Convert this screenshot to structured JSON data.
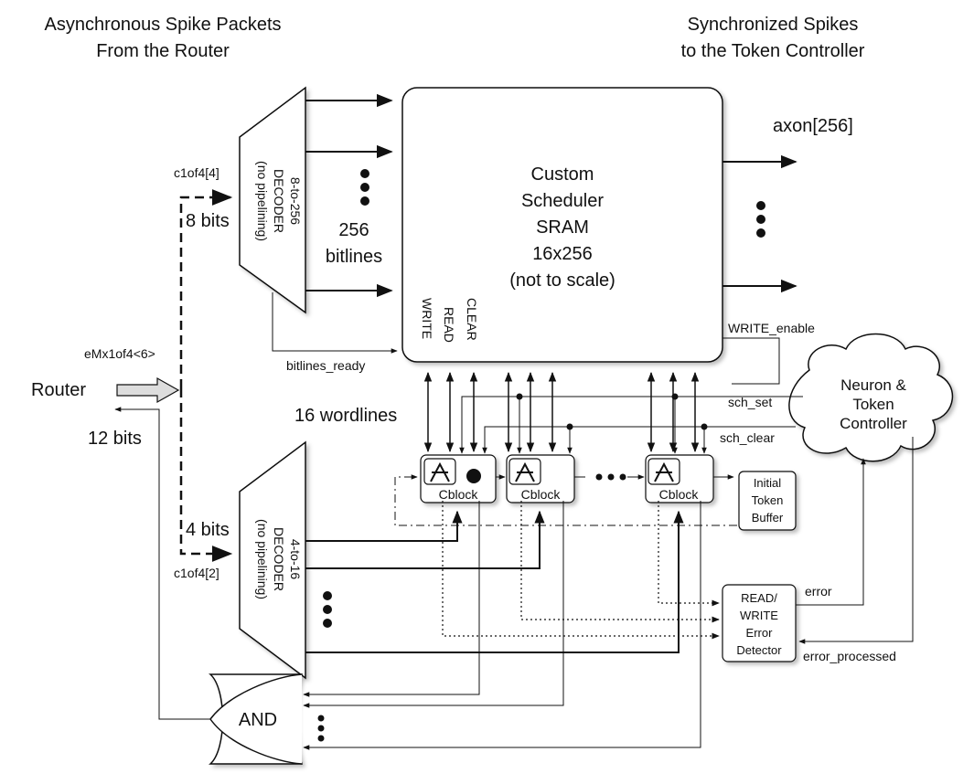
{
  "header": {
    "left_line1": "Asynchronous Spike Packets",
    "left_line2": "From the Router",
    "right_line1": "Synchronized Spikes",
    "right_line2": "to the Token Controller"
  },
  "sram": {
    "line1": "Custom",
    "line2": "Scheduler",
    "line3": "SRAM",
    "line4": "16x256",
    "line5": "(not to scale)",
    "port_write": "WRITE",
    "port_read": "READ",
    "port_clear": "CLEAR"
  },
  "decoder_top": {
    "line1": "8-to-256",
    "line2": "DECODER",
    "line3": "(no pipelining)"
  },
  "decoder_bottom": {
    "line1": "4-to-16",
    "line2": "DECODER",
    "line3": "(no pipelining)"
  },
  "labels": {
    "c1of4_top": "c1of4[4]",
    "bits8": "8 bits",
    "bitlines_256": "256",
    "bitlines_word": "bitlines",
    "axon": "axon[256]",
    "bitlines_ready": "bitlines_ready",
    "write_enable": "WRITE_enable",
    "emx": "eMx1of4<6>",
    "router": "Router",
    "bits12": "12 bits",
    "wordlines16": "16 wordlines",
    "sch_set": "sch_set",
    "sch_clear": "sch_clear",
    "bits4": "4 bits",
    "c1of4_bottom": "c1of4[2]",
    "error": "error",
    "error_processed": "error_processed",
    "and_gate": "AND"
  },
  "neuron_controller": {
    "line1": "Neuron &",
    "line2": "Token",
    "line3": "Controller"
  },
  "cblocks": [
    "Cblock",
    "Cblock",
    "Cblock"
  ],
  "token_buffer": {
    "line1": "Initial",
    "line2": "Token",
    "line3": "Buffer"
  },
  "error_detector": {
    "line1": "READ/",
    "line2": "WRITE",
    "line3": "Error",
    "line4": "Detector"
  }
}
